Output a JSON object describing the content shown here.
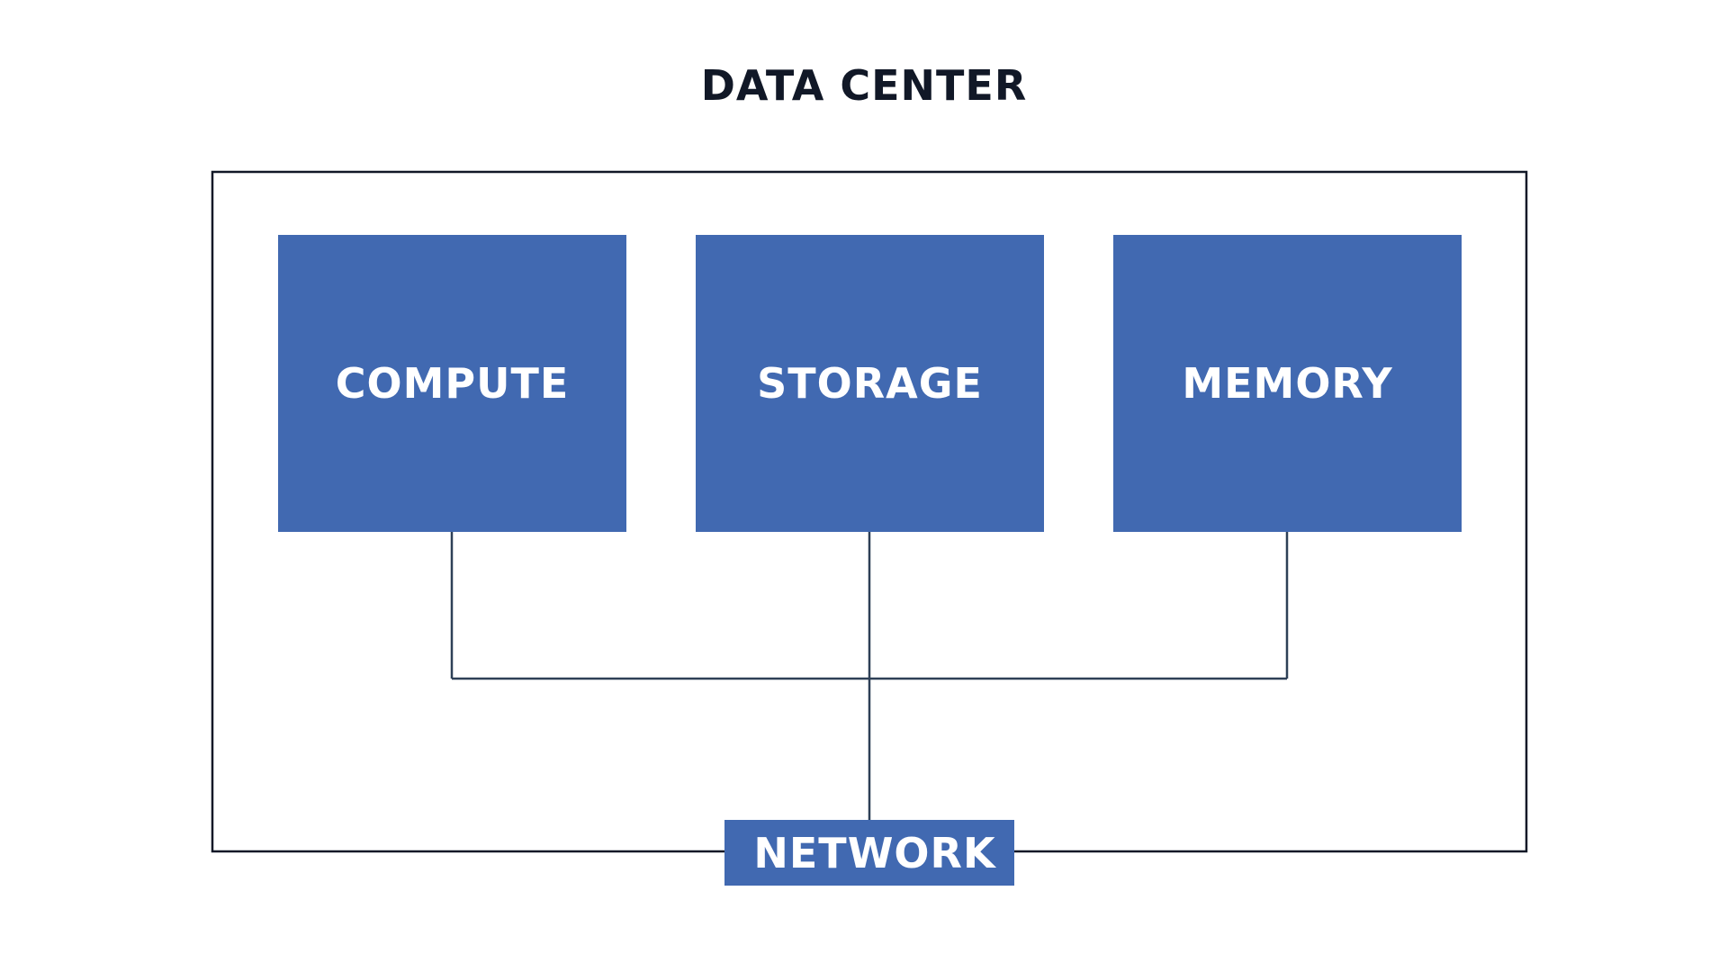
{
  "diagram": {
    "title": "DATA CENTER",
    "colors": {
      "box_fill": "#4169B1",
      "connector_line": "#2E4057",
      "frame_line": "#111827",
      "title_text": "#111827",
      "box_text": "#FFFFFF"
    },
    "components": [
      {
        "id": "compute",
        "label": "COMPUTE"
      },
      {
        "id": "storage",
        "label": "STORAGE"
      },
      {
        "id": "memory",
        "label": "MEMORY"
      }
    ],
    "network": {
      "label": "NETWORK"
    },
    "connections": [
      [
        "compute",
        "network"
      ],
      [
        "storage",
        "network"
      ],
      [
        "memory",
        "network"
      ]
    ]
  }
}
